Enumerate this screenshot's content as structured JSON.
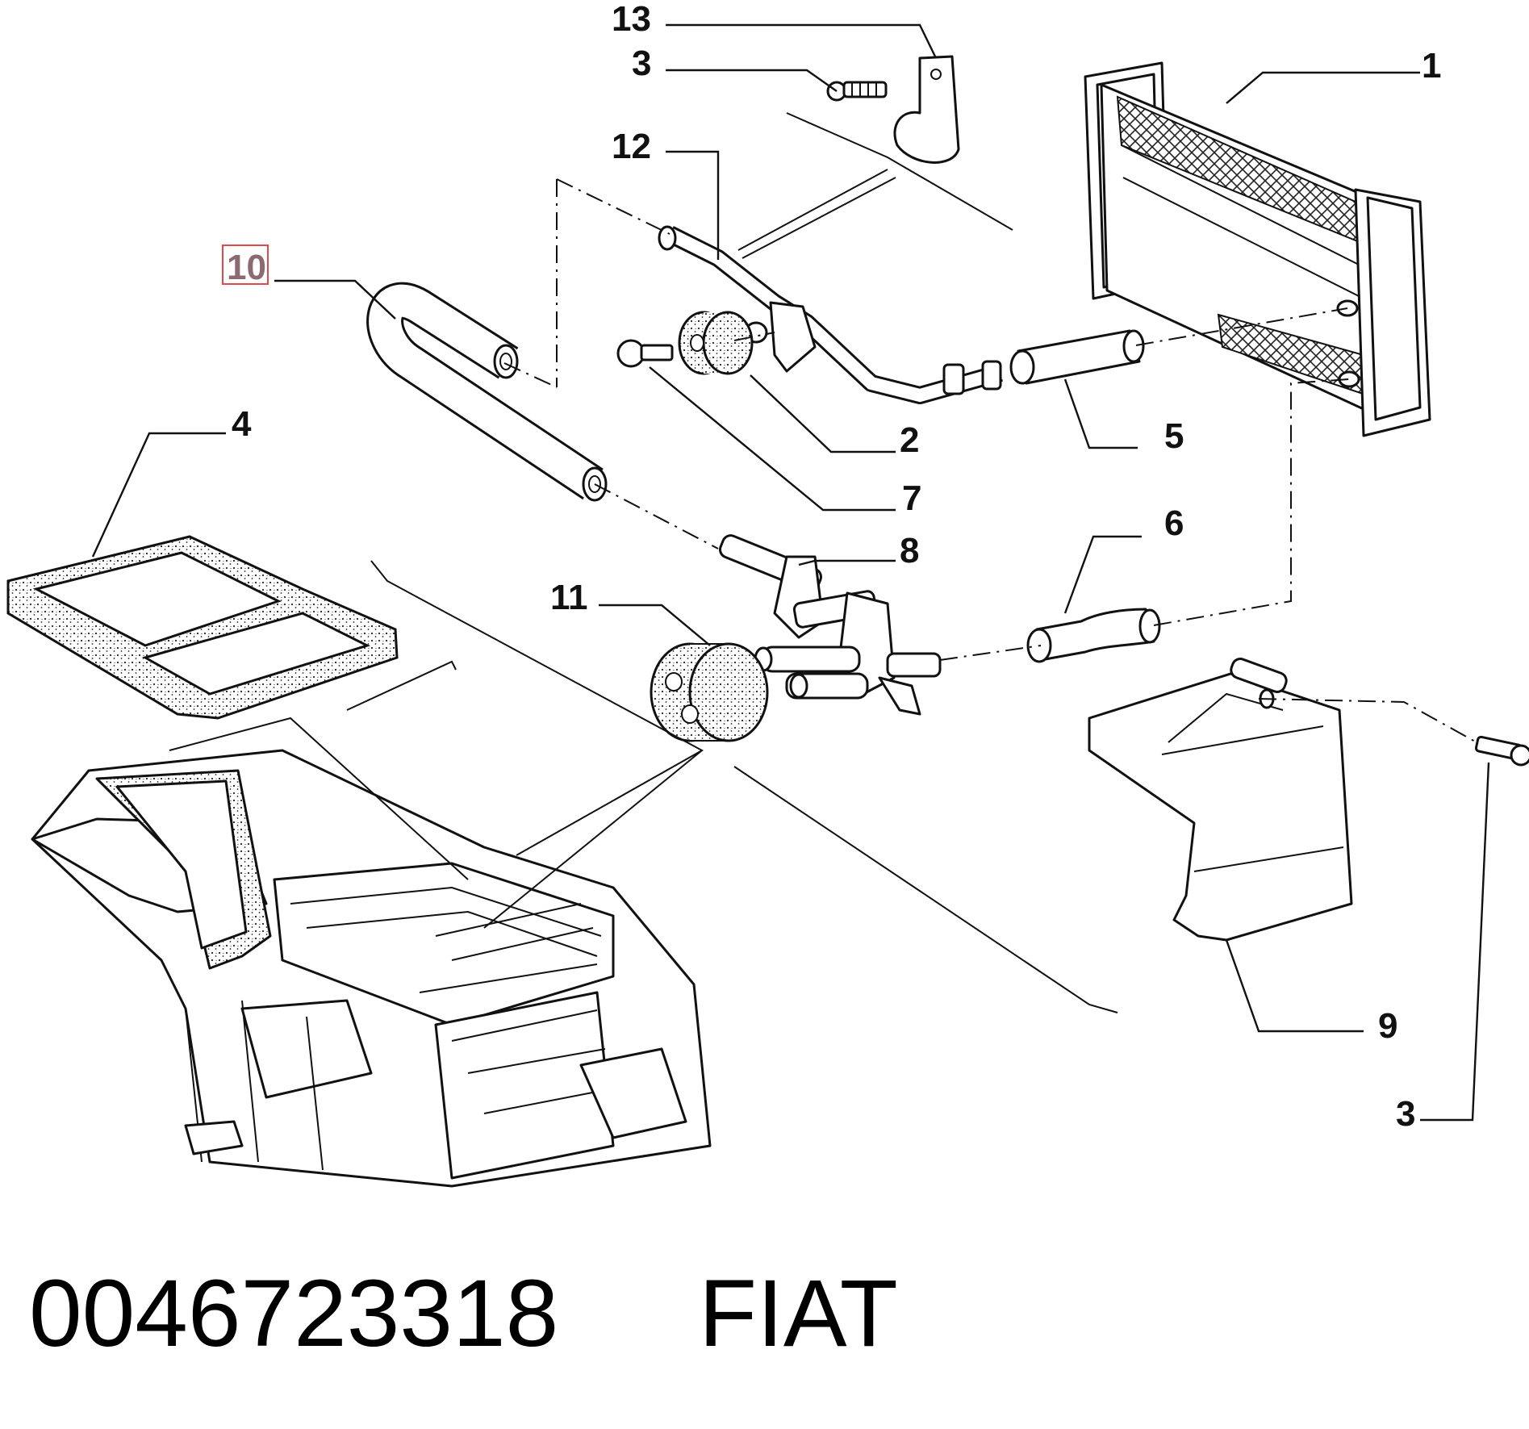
{
  "part_number": "0046723318",
  "brand": "FIAT",
  "highlighted_callout": "10",
  "colors": {
    "ink": "#111111",
    "highlight_text": "#8c6a72",
    "highlight_box": "#e0484b"
  },
  "callouts": {
    "c1": "1",
    "c2": "2",
    "c3a": "3",
    "c3b": "3",
    "c4": "4",
    "c5": "5",
    "c6": "6",
    "c7": "7",
    "c8": "8",
    "c9": "9",
    "c10": "10",
    "c11": "11",
    "c12": "12",
    "c13": "13"
  }
}
